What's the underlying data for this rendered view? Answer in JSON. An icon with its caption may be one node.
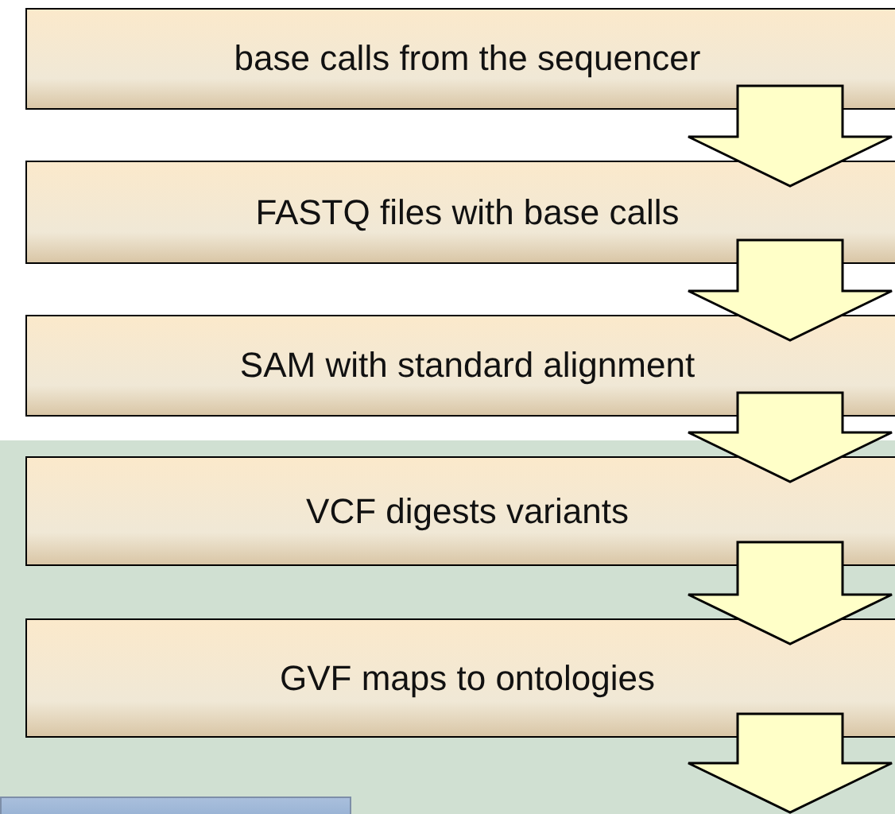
{
  "diagram": {
    "nodes": [
      {
        "text": [
          "base calls from the sequencer"
        ]
      },
      {
        "text": [
          "FASTQ files with base calls"
        ]
      },
      {
        "text": [
          "SAM with standard alignment"
        ]
      },
      {
        "text": [
          "VCF digests variants"
        ]
      },
      {
        "text": [
          "GVF maps to ontologies"
        ]
      }
    ],
    "edges": [
      {
        "from": 0,
        "to": 1,
        "arrow": "to"
      },
      {
        "from": 1,
        "to": 2,
        "arrow": "to"
      },
      {
        "from": 2,
        "to": 3,
        "arrow": "to"
      },
      {
        "from": 3,
        "to": 4,
        "arrow": "to"
      },
      {
        "from": 4,
        "to": null,
        "arrow": "to"
      }
    ]
  }
}
